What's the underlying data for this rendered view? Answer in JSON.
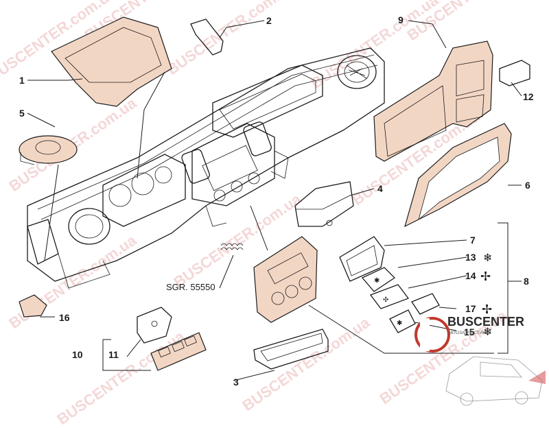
{
  "callouts": [
    {
      "id": "c1",
      "label": "1"
    },
    {
      "id": "c2",
      "label": "2"
    },
    {
      "id": "c3",
      "label": "3"
    },
    {
      "id": "c4",
      "label": "4"
    },
    {
      "id": "c5",
      "label": "5"
    },
    {
      "id": "c6",
      "label": "6"
    },
    {
      "id": "c7",
      "label": "7"
    },
    {
      "id": "c8",
      "label": "8"
    },
    {
      "id": "c9",
      "label": "9"
    },
    {
      "id": "c10",
      "label": "10"
    },
    {
      "id": "c11",
      "label": "11"
    },
    {
      "id": "c12",
      "label": "12"
    },
    {
      "id": "c13",
      "label": "13"
    },
    {
      "id": "c14",
      "label": "14"
    },
    {
      "id": "c15",
      "label": "15"
    },
    {
      "id": "c16",
      "label": "16"
    },
    {
      "id": "c17",
      "label": "17"
    }
  ],
  "reference": "SGR. 55550",
  "logo": {
    "name": "BUSCENTER",
    "tagline": "АВТОЗАПЧАСТИНИ"
  },
  "watermark": "BUSCENTER.com.ua",
  "colors": {
    "line": "#1a1a1a",
    "watermark": "#e8a7a7",
    "trim": "#f2d6c4",
    "accent": "#c0392b"
  }
}
